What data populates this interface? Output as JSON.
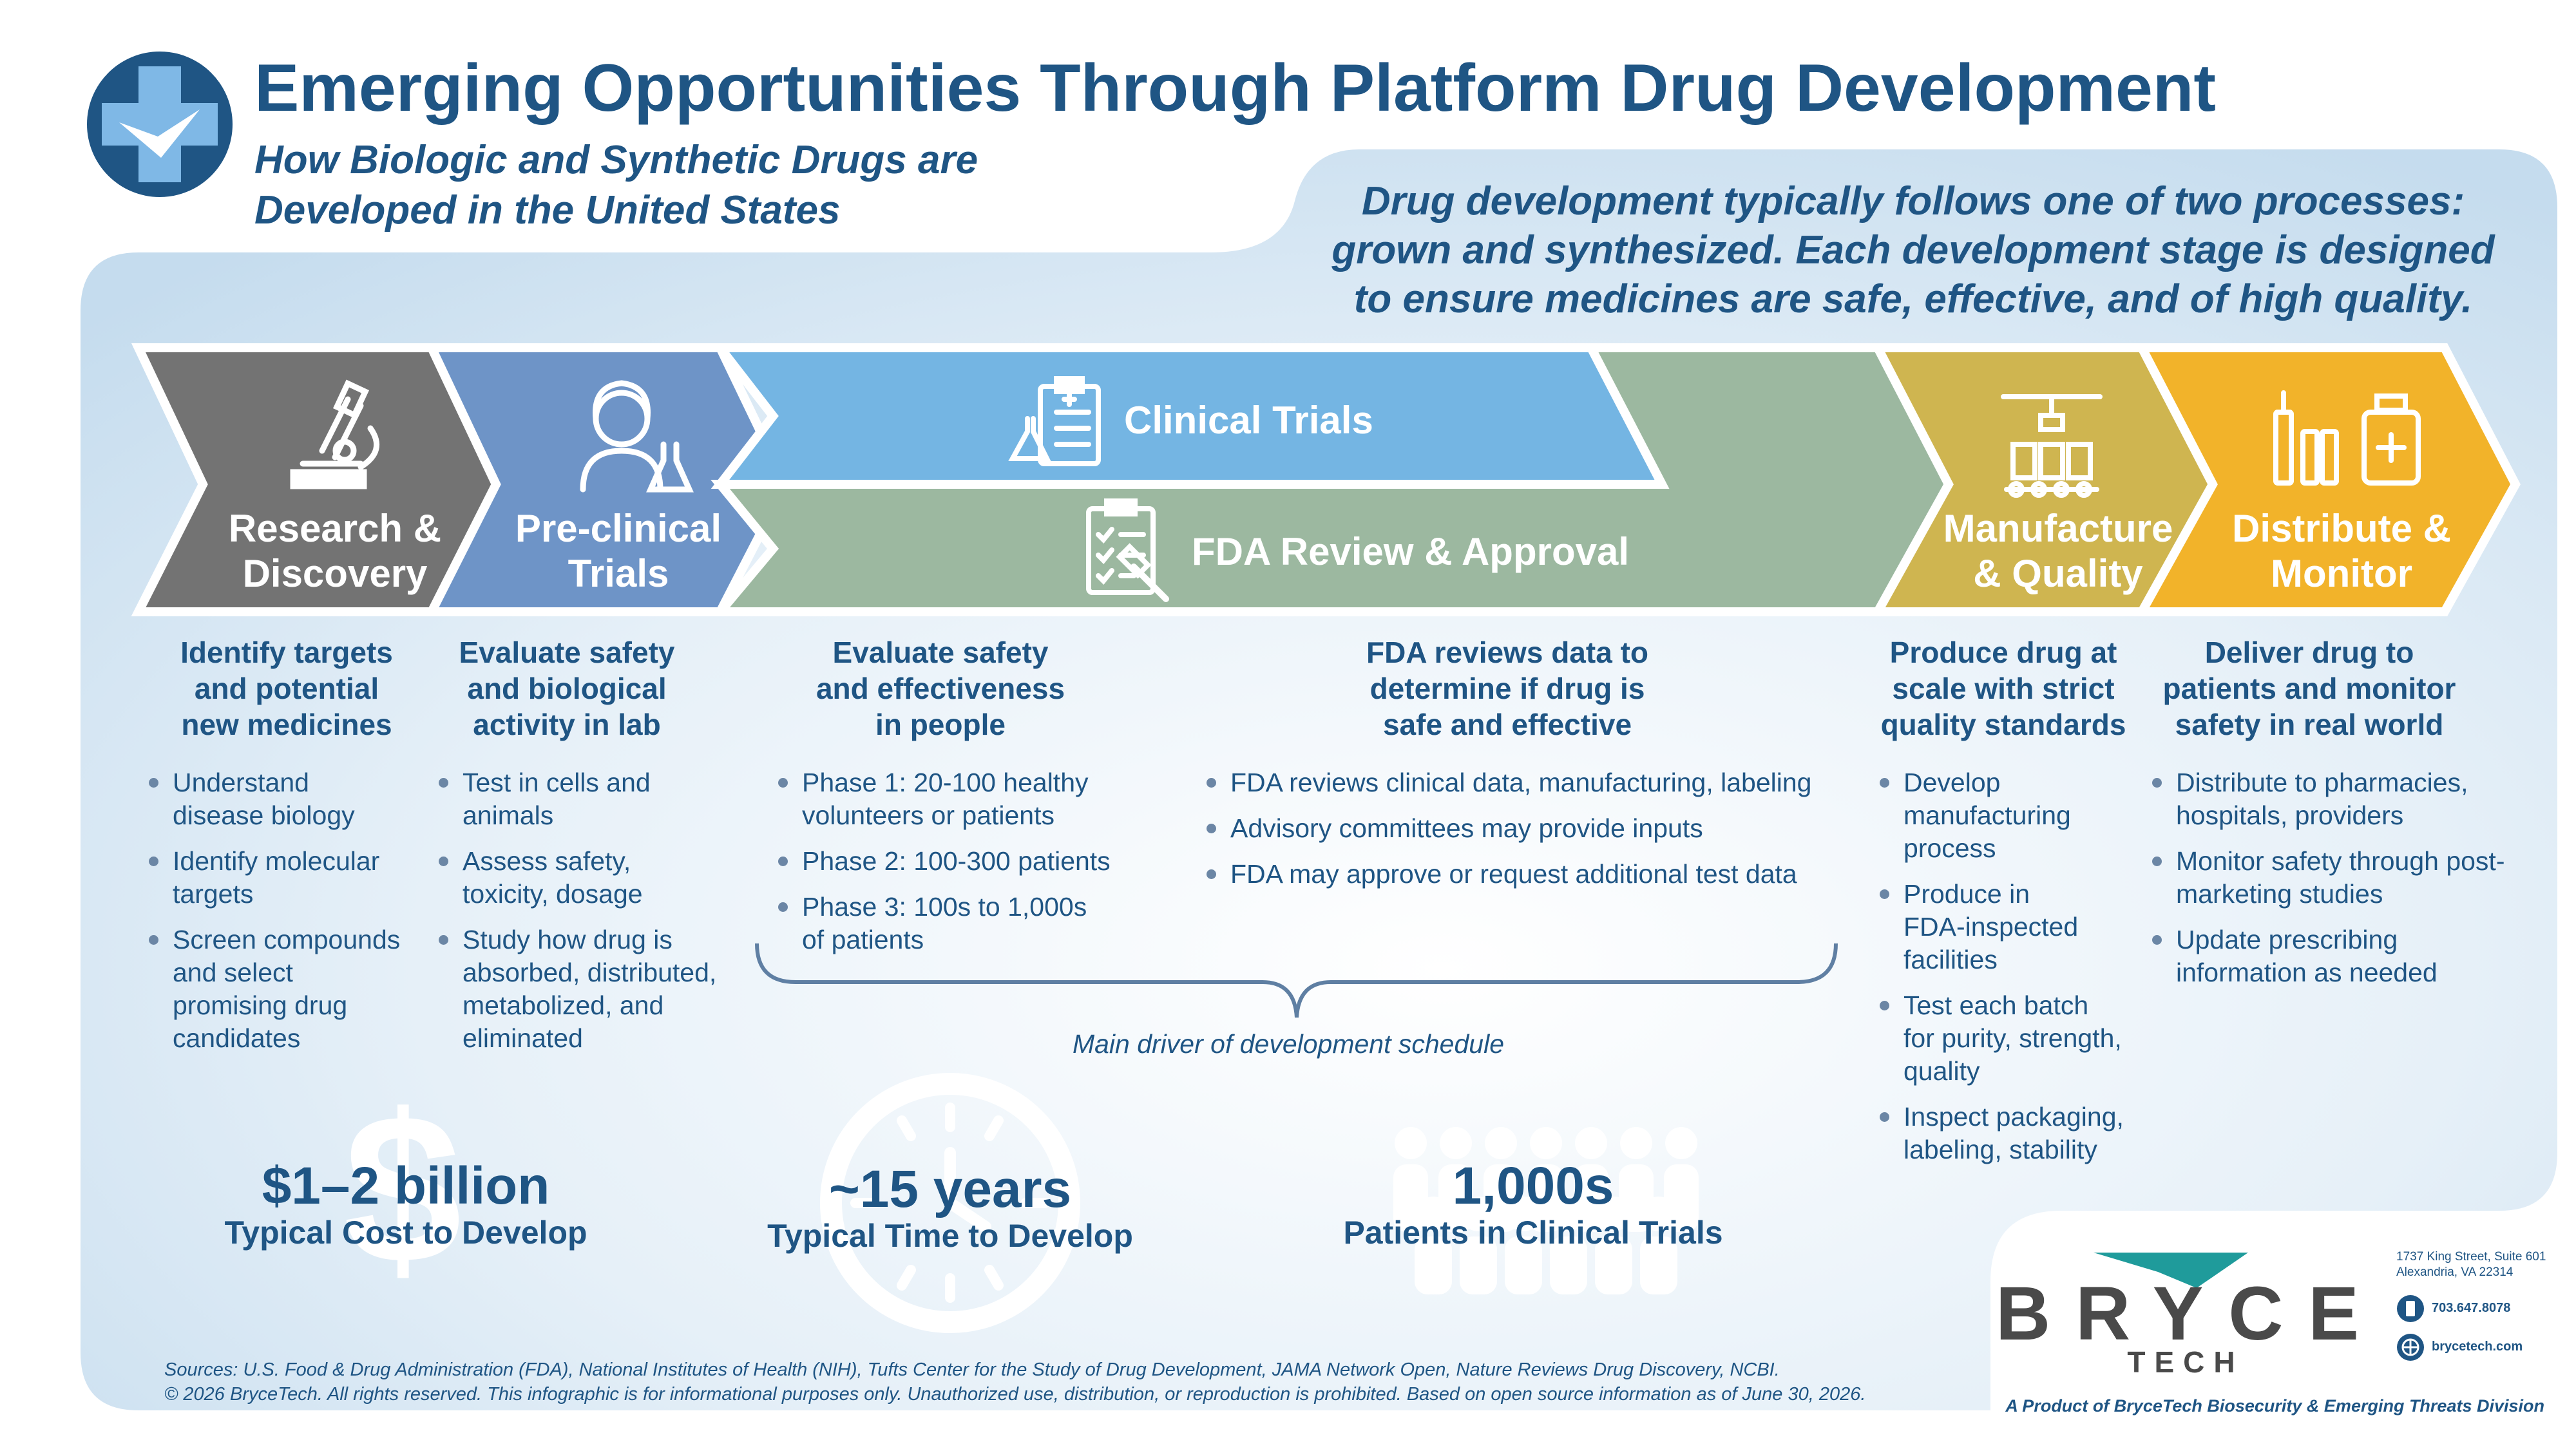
{
  "header": {
    "title": "Emerging Opportunities Through Platform Drug Development",
    "subtitle_line1": "How Biologic and Synthetic Drugs are",
    "subtitle_line2": "Developed in the United States"
  },
  "intro": {
    "line1": "Drug development typically follows one of two processes:",
    "line2": "grown and synthesized. Each development stage is designed",
    "line3": "to ensure medicines are safe, effective, and of high quality."
  },
  "stages": {
    "research": {
      "label_line1": "Research &",
      "label_line2": "Discovery",
      "color": "#737373",
      "icon": "microscope-icon"
    },
    "preclinical": {
      "label_line1": "Pre-clinical",
      "label_line2": "Trials",
      "color": "#6e94c7",
      "icon": "scientist-icon"
    },
    "clinical": {
      "label": "Clinical Trials",
      "color": "#74b5e3",
      "icon": "clipboard-flask-icon"
    },
    "fda": {
      "label": "FDA Review & Approval",
      "color": "#9cb8a0",
      "icon": "checklist-gavel-icon"
    },
    "manufacture": {
      "label_line1": "Manufacture",
      "label_line2": "& Quality",
      "color": "#cfb550",
      "icon": "production-line-icon"
    },
    "distribute": {
      "label_line1": "Distribute &",
      "label_line2": "Monitor",
      "color": "#f2b32a",
      "icon": "vials-icon"
    }
  },
  "columns": {
    "research": {
      "heading": [
        "Identify targets",
        "and potential",
        "new medicines"
      ],
      "bullets": [
        [
          "Understand",
          "disease biology"
        ],
        [
          "Identify molecular",
          "targets"
        ],
        [
          "Screen compounds",
          "and select",
          "promising drug",
          "candidates"
        ]
      ]
    },
    "preclinical": {
      "heading": [
        "Evaluate safety",
        "and biological",
        "activity in lab"
      ],
      "bullets": [
        [
          "Test in cells and",
          "animals"
        ],
        [
          "Assess safety,",
          "toxicity, dosage"
        ],
        [
          "Study how drug is",
          "absorbed, distributed,",
          "metabolized, and",
          "eliminated"
        ]
      ]
    },
    "clinical": {
      "heading": [
        "Evaluate safety",
        "and effectiveness",
        "in people"
      ],
      "bullets": [
        [
          "Phase 1: 20-100 healthy",
          "volunteers or patients"
        ],
        [
          "Phase 2: 100-300 patients"
        ],
        [
          "Phase 3: 100s to 1,000s",
          "of patients"
        ]
      ]
    },
    "fda": {
      "heading": [
        "FDA reviews data to",
        "determine if drug is",
        "safe and effective"
      ],
      "bullets": [
        [
          "FDA reviews clinical data, manufacturing, labeling"
        ],
        [
          "Advisory committees may provide inputs"
        ],
        [
          "FDA may approve or request additional test data"
        ]
      ]
    },
    "manufacture": {
      "heading": [
        "Produce drug at",
        "scale with strict",
        "quality standards"
      ],
      "bullets": [
        [
          "Develop",
          "manufacturing",
          "process"
        ],
        [
          "Produce in",
          "FDA-inspected",
          "facilities"
        ],
        [
          "Test each batch",
          "for purity, strength,",
          "quality"
        ],
        [
          "Inspect packaging,",
          "labeling, stability"
        ]
      ]
    },
    "distribute": {
      "heading": [
        "Deliver drug to",
        "patients and monitor",
        "safety in real world"
      ],
      "bullets": [
        [
          "Distribute to pharmacies,",
          "hospitals, providers"
        ],
        [
          "Monitor safety through post-",
          "marketing studies"
        ],
        [
          "Update prescribing",
          "information as needed"
        ]
      ]
    }
  },
  "brace_label": "Main driver of development schedule",
  "stats": {
    "cost": {
      "value": "$1–2 billion",
      "label": "Typical Cost to Develop",
      "icon": "dollar-sign-icon"
    },
    "time": {
      "value": "~15 years",
      "label": "Typical Time to Develop",
      "icon": "clock-icon"
    },
    "patients": {
      "value": "1,000s",
      "label": "Patients in Clinical Trials",
      "icon": "people-crowd-icon"
    }
  },
  "sources": {
    "line1": "Sources: U.S. Food & Drug Administration (FDA), National Institutes of Health (NIH), Tufts Center for the Study of Drug Development, JAMA Network Open, Nature Reviews Drug Discovery, NCBI.",
    "line2": "© 2026 BryceTech. All rights reserved. This infographic is for informational purposes only. Unauthorized use, distribution, or reproduction is prohibited. Based on open source information as of June 30, 2026."
  },
  "brand": {
    "name": "BRYCE",
    "sub": "TECH",
    "address_line1": "1737 King Street, Suite 601",
    "address_line2": "Alexandria, VA 22314",
    "phone": "703.647.8078",
    "website": "brycetech.com",
    "division": "A Product of BryceTech Biosecurity & Emerging Threats Division",
    "primary_color": "#1f5584",
    "accent_color": "#1f9b9b"
  }
}
